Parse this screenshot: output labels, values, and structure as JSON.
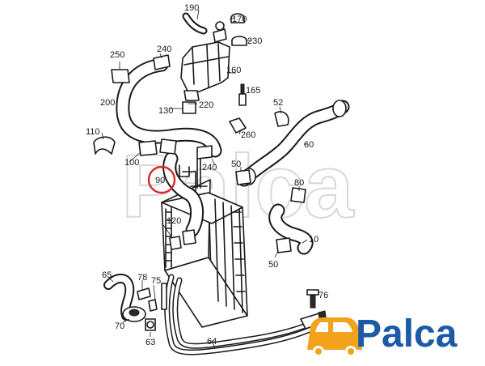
{
  "diagram": {
    "part_labels": {
      "p10": "10",
      "p50a": "50",
      "p50b": "50",
      "p52": "52",
      "p60": "60",
      "p63": "63",
      "p64": "64",
      "p65": "65",
      "p70": "70",
      "p75": "75",
      "p76": "76",
      "p78": "78",
      "p80": "80",
      "p90": "90",
      "p100": "100",
      "p110": "110",
      "p120": "120",
      "p130": "130",
      "p160": "160",
      "p165": "165",
      "p170": "170",
      "p190": "190",
      "p200": "200",
      "p220": "220",
      "p230": "230",
      "p240a": "240",
      "p240b": "240",
      "p250": "250",
      "p260": "260"
    },
    "highlight": {
      "target_label": "90",
      "color": "#d9262a"
    }
  },
  "watermark": {
    "text": "Palca"
  },
  "brand": {
    "name": "Palca",
    "primary_color": "#1d5aa6",
    "accent_color": "#f2a31b",
    "logo_icon": "car-icon"
  }
}
